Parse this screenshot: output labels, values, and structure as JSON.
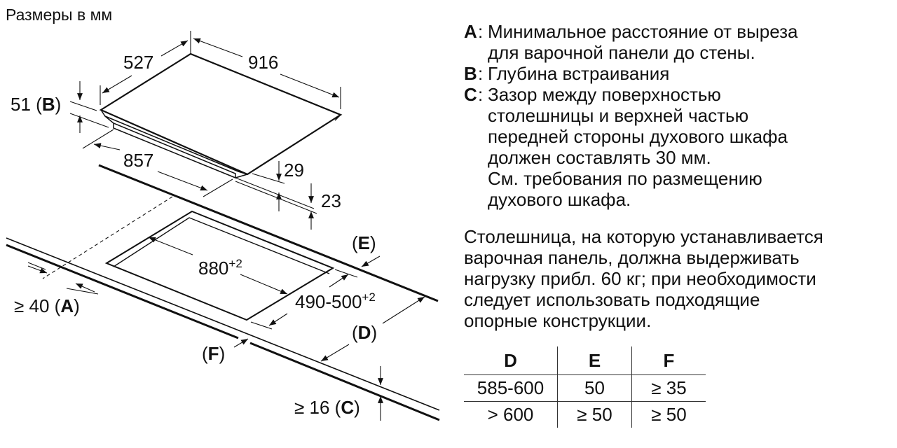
{
  "title": "Размеры в мм",
  "dimensions": {
    "width_top": "916",
    "depth_top": "527",
    "height_b": "51",
    "b_letter": "B",
    "body_width": "857",
    "d29": "29",
    "d23": "23",
    "cutout_width": "880",
    "cutout_width_tol": "+2",
    "cutout_depth": "490-500",
    "cutout_depth_tol": "+2",
    "min_a": "≥ 40",
    "a_letter": "A",
    "min_c": "≥ 16",
    "c_letter": "C",
    "d_letter": "D",
    "e_letter": "E",
    "f_letter": "F"
  },
  "legend": [
    {
      "key": "A",
      "lines": [
        "Минимальное расстояние от выреза",
        "для варочной панели до стены."
      ]
    },
    {
      "key": "B",
      "lines": [
        "Глубина встраивания"
      ]
    },
    {
      "key": "C",
      "lines": [
        "Зазор между поверхностью",
        "столешницы и верхней частью",
        "передней стороны духового шкафа",
        "должен составлять 30 мм.",
        "См. требования по размещению",
        "духового шкафа."
      ]
    }
  ],
  "note": [
    "Столешница, на которую устанавливается",
    "варочная панель, должна выдерживать",
    "нагрузку прибл. 60 кг; при необходимости",
    "следует использовать подходящие",
    "опорные конструкции."
  ],
  "table": {
    "headers": [
      "D",
      "E",
      "F"
    ],
    "rows": [
      [
        "585-600",
        "50",
        "≥ 35"
      ],
      [
        "> 600",
        "≥ 50",
        "≥ 50"
      ]
    ]
  }
}
